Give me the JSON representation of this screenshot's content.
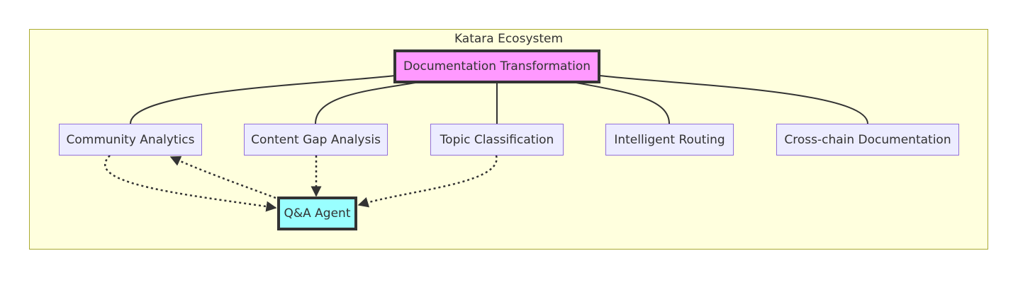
{
  "cluster": {
    "title": "Katara Ecosystem",
    "fill_color": "#FFFFDE",
    "border_color": "#AAAA33"
  },
  "nodes": {
    "main": {
      "label": "Documentation Transformation",
      "fill_color": "#FF99FF"
    },
    "community": {
      "label": "Community Analytics"
    },
    "content_gap": {
      "label": "Content Gap Analysis"
    },
    "topic": {
      "label": "Topic Classification"
    },
    "routing": {
      "label": "Intelligent Routing"
    },
    "crosschain": {
      "label": "Cross-chain Documentation"
    },
    "agent": {
      "label": "Q&A Agent",
      "fill_color": "#99FFFF"
    }
  },
  "edges": [
    {
      "from": "Documentation Transformation",
      "to": "Community Analytics",
      "style": "solid"
    },
    {
      "from": "Documentation Transformation",
      "to": "Content Gap Analysis",
      "style": "solid"
    },
    {
      "from": "Documentation Transformation",
      "to": "Topic Classification",
      "style": "solid"
    },
    {
      "from": "Documentation Transformation",
      "to": "Intelligent Routing",
      "style": "solid"
    },
    {
      "from": "Documentation Transformation",
      "to": "Cross-chain Documentation",
      "style": "solid"
    },
    {
      "from": "Community Analytics",
      "to": "Q&A Agent",
      "style": "dotted-arrow"
    },
    {
      "from": "Q&A Agent",
      "to": "Community Analytics",
      "style": "dotted-arrow"
    },
    {
      "from": "Content Gap Analysis",
      "to": "Q&A Agent",
      "style": "dotted-arrow"
    },
    {
      "from": "Topic Classification",
      "to": "Q&A Agent",
      "style": "dotted-arrow"
    }
  ],
  "colors": {
    "node_fill": "#ECECFF",
    "node_border": "#9370DB",
    "edge": "#333333",
    "text": "#333333"
  }
}
